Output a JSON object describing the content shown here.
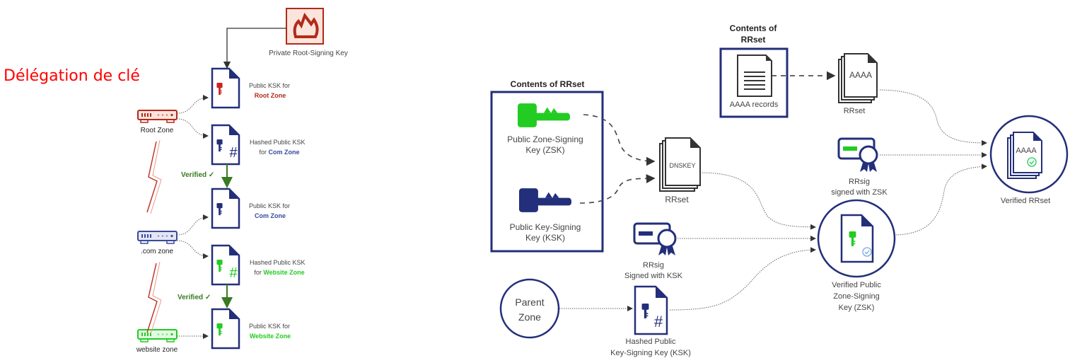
{
  "heading": "Délégation de clé",
  "colors": {
    "navy": "#232f7a",
    "root_red": "#b22a1a",
    "com_blue": "#3b4a9a",
    "website_green": "#22cc22",
    "verified_green": "#3a7a22",
    "lightning": "#c0392b",
    "text": "#444444"
  },
  "left_diagram": {
    "private_key": {
      "icon": "fire-seal-icon",
      "label": "Private Root-Signing Key"
    },
    "docs": [
      {
        "label_line1": "Public KSK for",
        "label_line2": "Root Zone",
        "icon": "red-key-doc-icon"
      },
      {
        "label_line1": "Hashed Public KSK",
        "label_prefix": "for ",
        "label_line2": "Com Zone",
        "icon": "hashed-blue-key-doc-icon"
      },
      {
        "label_line1": "Public KSK for",
        "label_line2": "Com Zone",
        "icon": "blue-key-doc-icon"
      },
      {
        "label_line1": "Hashed Public KSK",
        "label_prefix": "for ",
        "label_line2": "Website Zone",
        "icon": "hashed-green-key-doc-icon"
      },
      {
        "label_line1": "Public KSK for",
        "label_line2": "Website Zone",
        "icon": "green-key-doc-icon"
      }
    ],
    "servers": [
      {
        "label": "Root Zone",
        "icon": "server-icon"
      },
      {
        "label": ".com zone",
        "icon": "server-icon"
      },
      {
        "label": "website zone",
        "icon": "server-icon"
      }
    ],
    "verified": [
      "Verified ✓",
      "Verified ✓"
    ]
  },
  "right_diagram": {
    "contents_box_1": {
      "title": "Contents of RRset",
      "zsk_label_1": "Public Zone-Signing",
      "zsk_label_2": "Key (ZSK)",
      "ksk_label_1": "Public Key-Signing",
      "ksk_label_2": "Key (KSK)"
    },
    "dnskey_rrset": {
      "doc_text": "DNSKEY",
      "label": "RRset"
    },
    "contents_box_2": {
      "title_1": "Contents of",
      "title_2": "RRset",
      "label": "AAAA records"
    },
    "aaaa_rrset": {
      "doc_text": "AAAA",
      "label": "RRset"
    },
    "rrsig_zsk": {
      "label_1": "RRsig",
      "label_2": "signed with ZSK"
    },
    "rrsig_ksk": {
      "label_1": "RRsig",
      "label_2": "Signed with KSK"
    },
    "parent_zone": {
      "label_1": "Parent",
      "label_2": "Zone"
    },
    "hashed_ksk": {
      "label_1": "Hashed Public",
      "label_2": "Key-Signing Key (KSK)"
    },
    "verified_zsk": {
      "label_1": "Verified Public",
      "label_2": "Zone-Signing",
      "label_3": "Key (ZSK)"
    },
    "verified_rrset": {
      "doc_text": "AAAA",
      "label": "Verified RRset"
    }
  }
}
